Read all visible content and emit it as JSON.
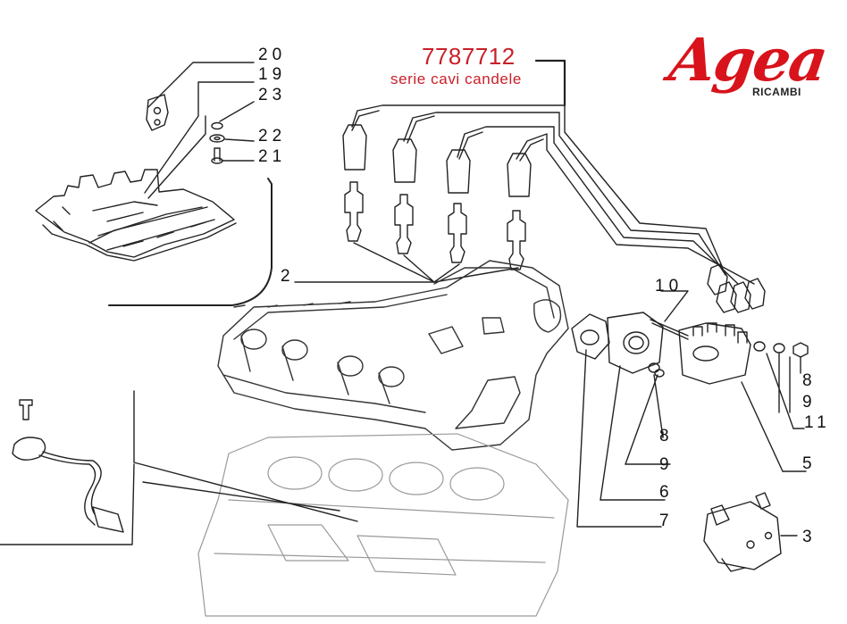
{
  "header": {
    "part_number": "7787712",
    "part_description": "serie cavi candele"
  },
  "brand": {
    "name": "Agea",
    "subtitle": "RICAMBI",
    "color": "#d8131b"
  },
  "accent_color": "#c8202a",
  "callouts": {
    "c20": "20",
    "c19": "19",
    "c23": "23",
    "c22": "22",
    "c21": "21",
    "c2": "2",
    "c10": "10",
    "c8a": "8",
    "c9a": "9",
    "c11": "11",
    "c5": "5",
    "c8b": "8",
    "c9b": "9",
    "c6": "6",
    "c7": "7",
    "c3": "3"
  }
}
